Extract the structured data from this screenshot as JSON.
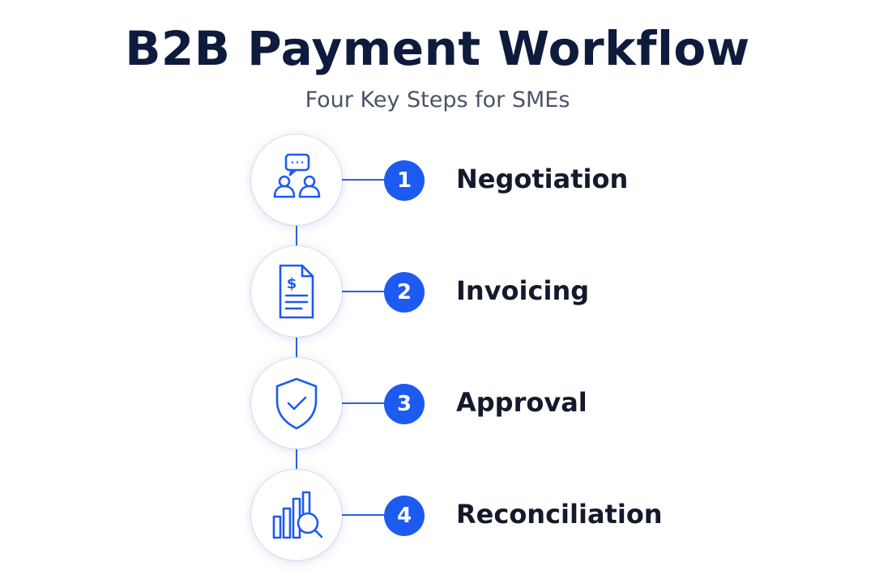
{
  "header": {
    "title": "B2B Payment Workflow",
    "subtitle": "Four Key Steps for SMEs"
  },
  "steps": [
    {
      "number": "1",
      "label": "Negotiation",
      "icon": "negotiation-chat-people-icon"
    },
    {
      "number": "2",
      "label": "Invoicing",
      "icon": "invoice-document-icon"
    },
    {
      "number": "3",
      "label": "Approval",
      "icon": "shield-check-icon"
    },
    {
      "number": "4",
      "label": "Reconciliation",
      "icon": "bar-chart-magnifier-icon"
    }
  ],
  "colors": {
    "accent": "#1d5af0",
    "line": "#2b5fe6",
    "title": "#0f1b3d",
    "subtitle": "#4b5466",
    "label": "#141a2b"
  }
}
